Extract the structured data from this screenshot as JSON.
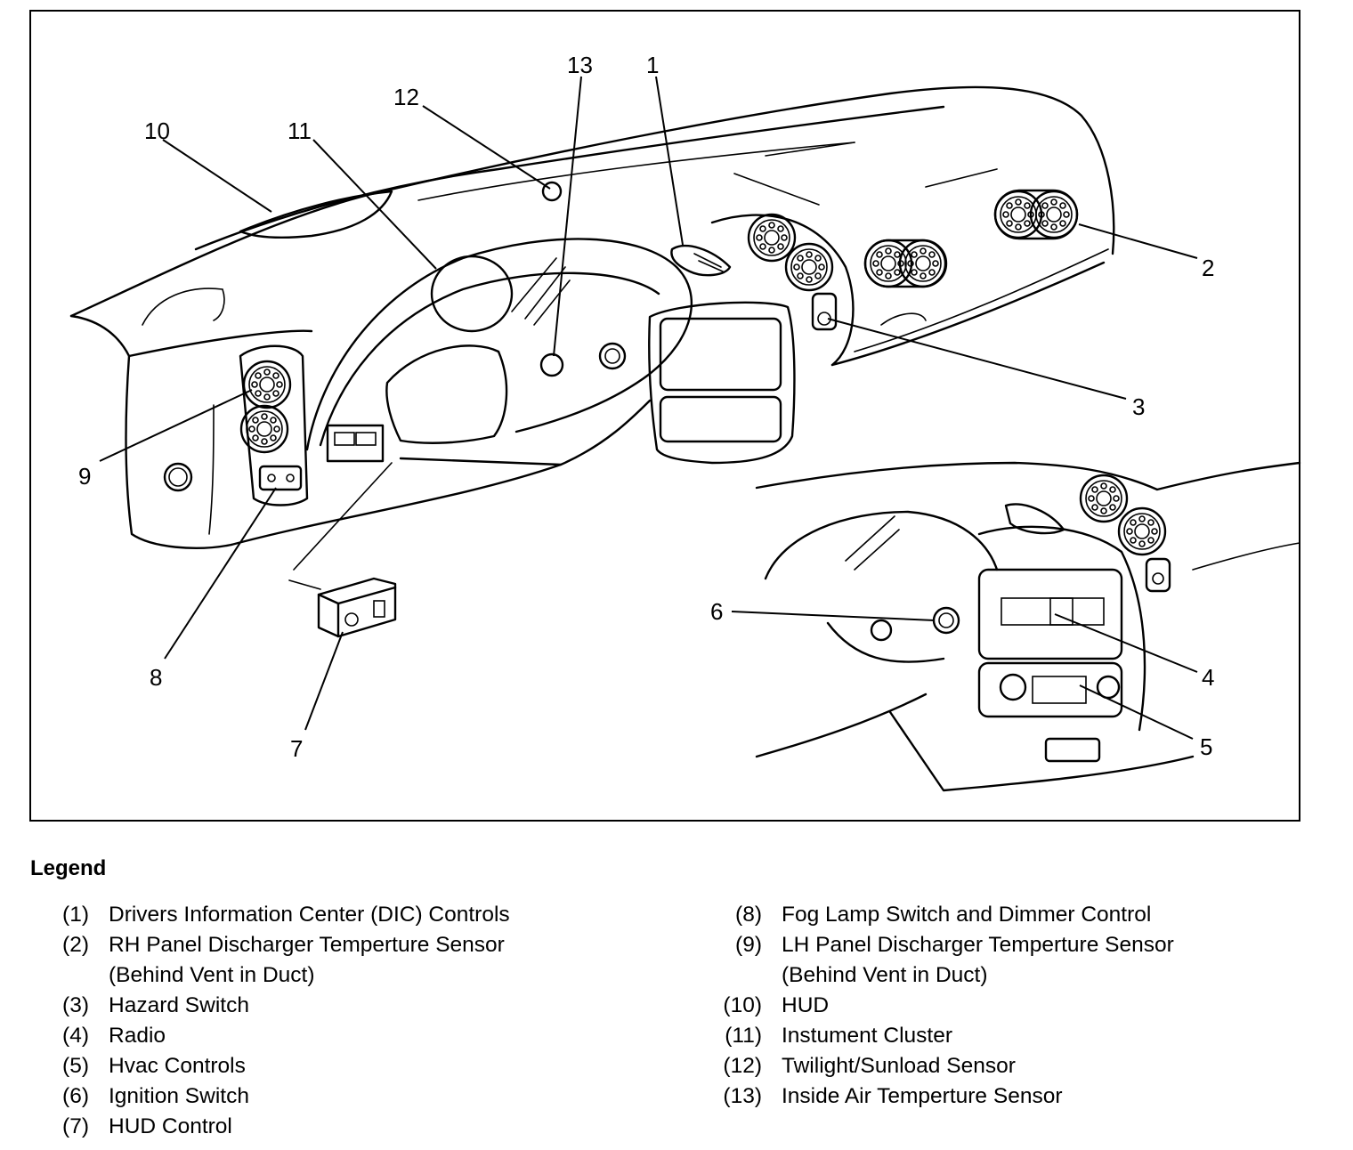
{
  "callouts": {
    "c1": "1",
    "c2": "2",
    "c3": "3",
    "c4": "4",
    "c5": "5",
    "c6": "6",
    "c7": "7",
    "c8": "8",
    "c9": "9",
    "c10": "10",
    "c11": "11",
    "c12": "12",
    "c13": "13"
  },
  "legend": {
    "title": "Legend",
    "left": [
      {
        "num": "(1)",
        "lines": [
          "Drivers Information Center (DIC) Controls"
        ]
      },
      {
        "num": "(2)",
        "lines": [
          "RH Panel Discharger Temperture Sensor",
          "(Behind Vent in Duct)"
        ]
      },
      {
        "num": "(3)",
        "lines": [
          "Hazard Switch"
        ]
      },
      {
        "num": "(4)",
        "lines": [
          "Radio"
        ]
      },
      {
        "num": "(5)",
        "lines": [
          "Hvac Controls"
        ]
      },
      {
        "num": "(6)",
        "lines": [
          "Ignition Switch"
        ]
      },
      {
        "num": "(7)",
        "lines": [
          "HUD Control"
        ]
      }
    ],
    "right": [
      {
        "num": "(8)",
        "lines": [
          "Fog Lamp Switch and Dimmer Control"
        ]
      },
      {
        "num": "(9)",
        "lines": [
          "LH Panel Discharger Temperture Sensor",
          "(Behind Vent in Duct)"
        ]
      },
      {
        "num": "(10)",
        "lines": [
          "HUD"
        ]
      },
      {
        "num": "(11)",
        "lines": [
          "Instument Cluster"
        ]
      },
      {
        "num": "(12)",
        "lines": [
          "Twilight/Sunload Sensor"
        ]
      },
      {
        "num": "(13)",
        "lines": [
          "Inside Air Temperture Sensor"
        ]
      }
    ]
  }
}
